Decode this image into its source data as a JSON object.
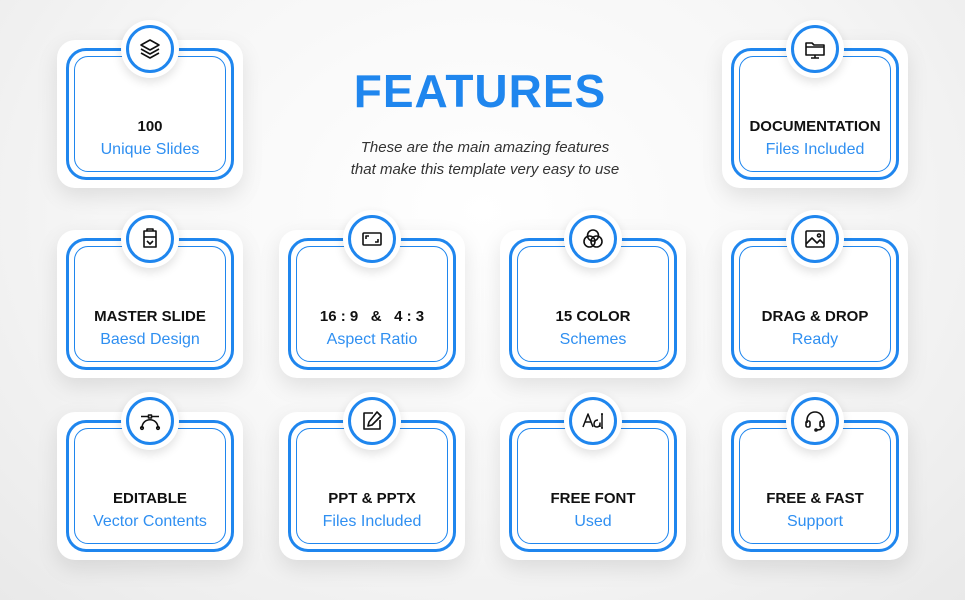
{
  "header": {
    "title": "FEATURES",
    "subtitle_line1": "These are the main amazing features",
    "subtitle_line2": "that make this template very easy to use"
  },
  "colors": {
    "accent": "#1f86ee",
    "secondary_text": "#2f8ff1",
    "primary_text": "#111111"
  },
  "features": [
    {
      "icon": "layers-icon",
      "label_top": "100",
      "label_bottom": "Unique Slides"
    },
    {
      "icon": "folder-icon",
      "label_top": "DOCUMENTATION",
      "label_bottom": "Files Included"
    },
    {
      "icon": "cabinet-icon",
      "label_top": "MASTER SLIDE",
      "label_bottom": "Baesd Design"
    },
    {
      "icon": "aspect-ratio-icon",
      "label_top": "16 : 9   &   4 : 3",
      "label_bottom": "Aspect Ratio"
    },
    {
      "icon": "color-circles-icon",
      "label_top": "15 COLOR",
      "label_bottom": "Schemes"
    },
    {
      "icon": "image-icon",
      "label_top": "DRAG & DROP",
      "label_bottom": "Ready"
    },
    {
      "icon": "bezier-curve-icon",
      "label_top": "EDITABLE",
      "label_bottom": "Vector Contents"
    },
    {
      "icon": "edit-pen-icon",
      "label_top": "PPT & PPTX",
      "label_bottom": "Files Included"
    },
    {
      "icon": "font-icon",
      "label_top": "FREE FONT",
      "label_bottom": "Used"
    },
    {
      "icon": "headset-icon",
      "label_top": "FREE & FAST",
      "label_bottom": "Support"
    }
  ]
}
